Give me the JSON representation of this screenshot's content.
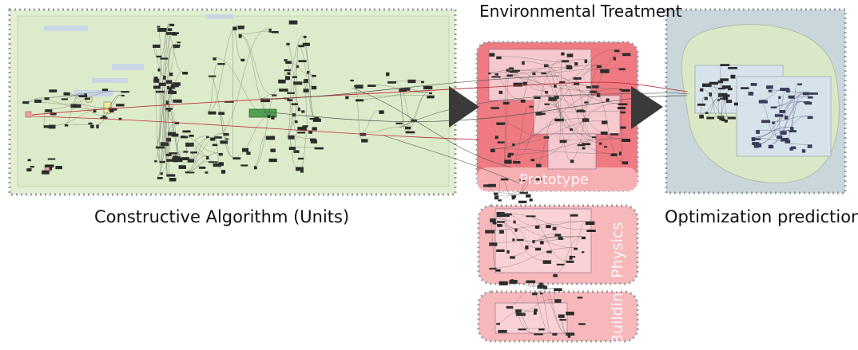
{
  "labels": {
    "constructive": "Constructive Algorithm (Units)",
    "environmental": "Environmental Treatment",
    "optimization": "Optimization prediction",
    "prototype": "Prototype",
    "building_physics": "Building Physics"
  },
  "colors": {
    "left_panel": "#e3efd4",
    "left_panel_inner": "#dcebc9",
    "middle_panel": "#f07a82",
    "middle_panel_lower": "#f7b8bc",
    "right_panel": "#c9d7dd",
    "right_blob": "#dbe8c8",
    "border": "#9a9a9a",
    "arrow": "#3a3a3a",
    "wire": "#555555",
    "wire_red": "#c0303a",
    "node": "#2b2b2b"
  }
}
